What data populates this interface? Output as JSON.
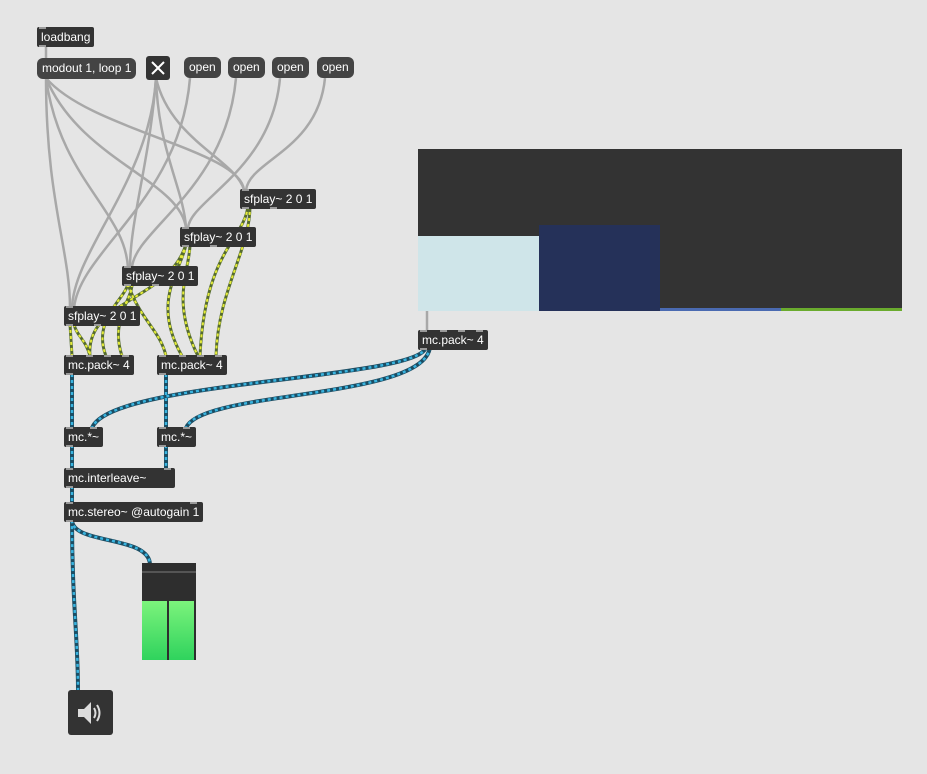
{
  "colors": {
    "background": "#e5e5e5",
    "object": "#333333",
    "control_cable": "#a8a8a8",
    "signal_cable": "#e4eb3a",
    "mc_cable": "#39b4e0",
    "meter_green": "#3fe06a",
    "display_light": "#cfe5e9",
    "display_navy": "#253159",
    "display_blue": "#4a6ab1",
    "display_green": "#6aab2e"
  },
  "objects": {
    "loadbang": "loadbang",
    "modout_msg": "modout 1, loop 1",
    "open_1": "open",
    "open_2": "open",
    "open_3": "open",
    "open_4": "open",
    "sfplay_1": "sfplay~ 2 0 1",
    "sfplay_2": "sfplay~ 2 0 1",
    "sfplay_3": "sfplay~ 2 0 1",
    "sfplay_4": "sfplay~ 2 0 1",
    "mc_pack_left": "mc.pack~ 4",
    "mc_pack_right": "mc.pack~ 4",
    "mc_pack_display": "mc.pack~ 4",
    "mc_mul_left": "mc.*~",
    "mc_mul_right": "mc.*~",
    "mc_interleave": "mc.interleave~",
    "mc_stereo": "mc.stereo~ @autogain 1"
  },
  "multislider": {
    "levels": [
      0.46,
      0.53,
      0.02,
      0.02
    ]
  },
  "icons": {
    "toggle": "x-toggle-icon",
    "speaker": "speaker-icon"
  }
}
